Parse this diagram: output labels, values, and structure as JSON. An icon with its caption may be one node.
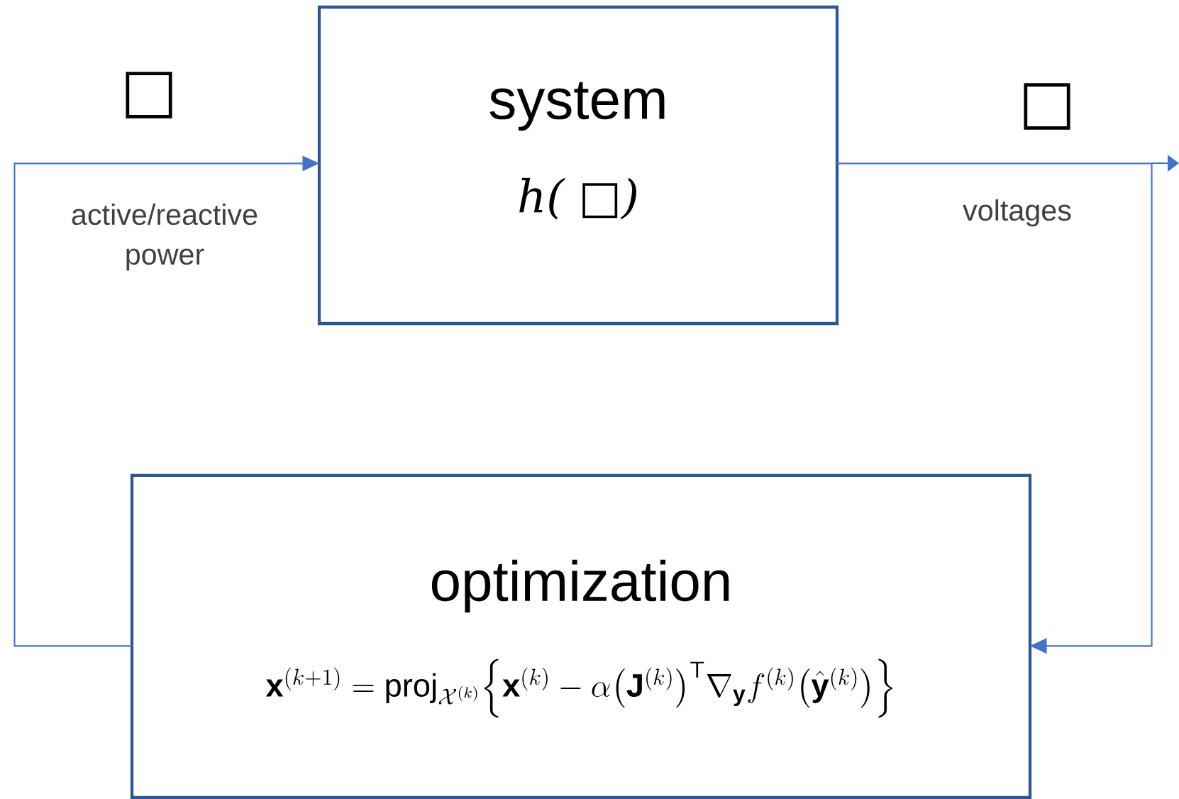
{
  "diagram": {
    "nodes": [
      {
        "text": [
          "system",
          "h( □)"
        ]
      },
      {
        "text": [
          "optimization",
          "\\mathbf{x}^{(k+1)} = \\mathrm{proj}_{\\mathcal{X}^{(k)}}\\Big\\{\\mathbf{x}^{(k)} - \\alpha\\big(\\mathbf{J}^{(k)}\\big)^{\\mathsf{T}}\\nabla_{\\mathbf{y}} f^{(k)}\\big(\\hat{\\mathbf{y}}^{(k)}\\big)\\Big\\}"
        ]
      }
    ],
    "edges": [
      {
        "from": 0,
        "to": 1,
        "arrow": "to",
        "label": "voltages"
      },
      {
        "from": 1,
        "to": 0,
        "arrow": "to",
        "label": "active/reactive power"
      }
    ],
    "labels": [
      "□",
      "□"
    ]
  }
}
